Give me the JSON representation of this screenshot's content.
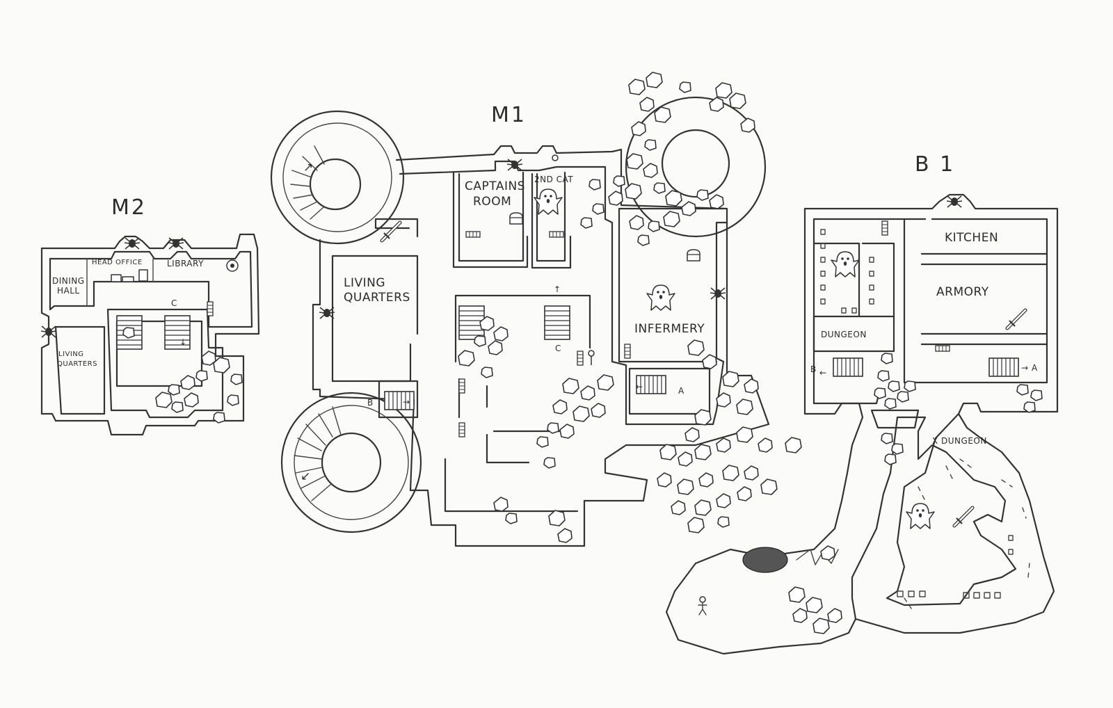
{
  "maps": {
    "m2": {
      "title": "M2",
      "rooms": {
        "dining": [
          "DINING",
          "HALL"
        ],
        "head_office": "HEAD OFFICE",
        "library": "LIBRARY",
        "living": [
          "LIVING",
          "QUARTERS"
        ]
      },
      "markers": {
        "c": "C"
      }
    },
    "m1": {
      "title": "M1",
      "rooms": {
        "captains": [
          "CAPTAINS",
          "ROOM"
        ],
        "second_cat": "2ND CAT",
        "living": [
          "LIVING",
          "QUARTERS"
        ],
        "infirmary": "INFERMERY"
      },
      "markers": {
        "a": "A",
        "b": "B",
        "c": "C"
      }
    },
    "b1": {
      "title": "B 1",
      "rooms": {
        "kitchen": "KITCHEN",
        "armory": "ARMORY",
        "dungeon": "DUNGEON",
        "x_dungeon": "X DUNGEON"
      },
      "markers": {
        "a": "A",
        "b": "B"
      }
    }
  },
  "icons": [
    "spiral-stairs-icon",
    "stairs-icon",
    "ghost-icon",
    "treasure-chest-icon",
    "sword-icon",
    "key-icon",
    "spider-icon",
    "eye-icon",
    "person-icon",
    "rubble-icon",
    "arrow-icon"
  ],
  "colors": {
    "ink": "#333333",
    "paper": "#fbfbfa"
  }
}
